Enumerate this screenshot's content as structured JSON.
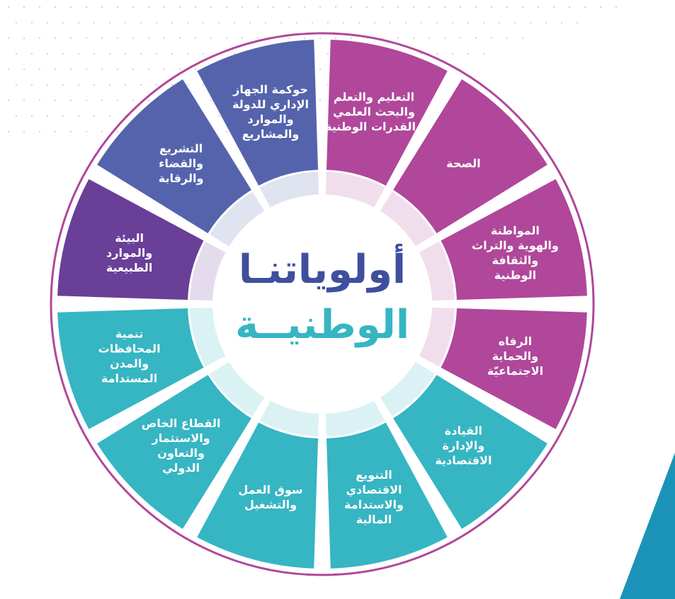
{
  "title": {
    "line1": "أولوياتنـا",
    "line2": "الوطنيــة"
  },
  "colors": {
    "purple": "#b0479a",
    "blue": "#5563ad",
    "violet": "#693f98",
    "teal": "#36b5c3",
    "title_blue": "#3f4f9e",
    "title_teal": "#36b5c3",
    "corner": "#1b93b8"
  },
  "segments": [
    {
      "lines": [
        "التعليم والتعلم",
        "والبحث العلمي",
        "والقدرات الوطنية"
      ],
      "color": "purple"
    },
    {
      "lines": [
        "الصحة"
      ],
      "color": "purple"
    },
    {
      "lines": [
        "المواطنة",
        "والهوية والتراث",
        "والثقافة",
        "الوطنية"
      ],
      "color": "purple"
    },
    {
      "lines": [
        "الرفاه",
        "والحماية",
        "الاجتماعيّة"
      ],
      "color": "purple"
    },
    {
      "lines": [
        "القيادة",
        "والإدارة",
        "الاقتصادية"
      ],
      "color": "teal"
    },
    {
      "lines": [
        "التنويع",
        "الاقتصادي",
        "والاستدامة",
        "المالية"
      ],
      "color": "teal"
    },
    {
      "lines": [
        "سوق العمل",
        "والتشغيل"
      ],
      "color": "teal"
    },
    {
      "lines": [
        "القطاع الخاص",
        "والاستثمار",
        "والتعاون",
        "الدولي"
      ],
      "color": "teal"
    },
    {
      "lines": [
        "تنمية",
        "المحافظات",
        "والمدن",
        "المستدامة"
      ],
      "color": "teal"
    },
    {
      "lines": [
        "البيئة",
        "والموارد",
        "الطبيعية"
      ],
      "color": "violet"
    },
    {
      "lines": [
        "التشريع",
        "والقضاء",
        "والرقابة"
      ],
      "color": "blue"
    },
    {
      "lines": [
        "حوكمة الجهاز",
        "الإداري للدولة",
        "والموارد",
        "والمشاريع"
      ],
      "color": "blue"
    }
  ]
}
